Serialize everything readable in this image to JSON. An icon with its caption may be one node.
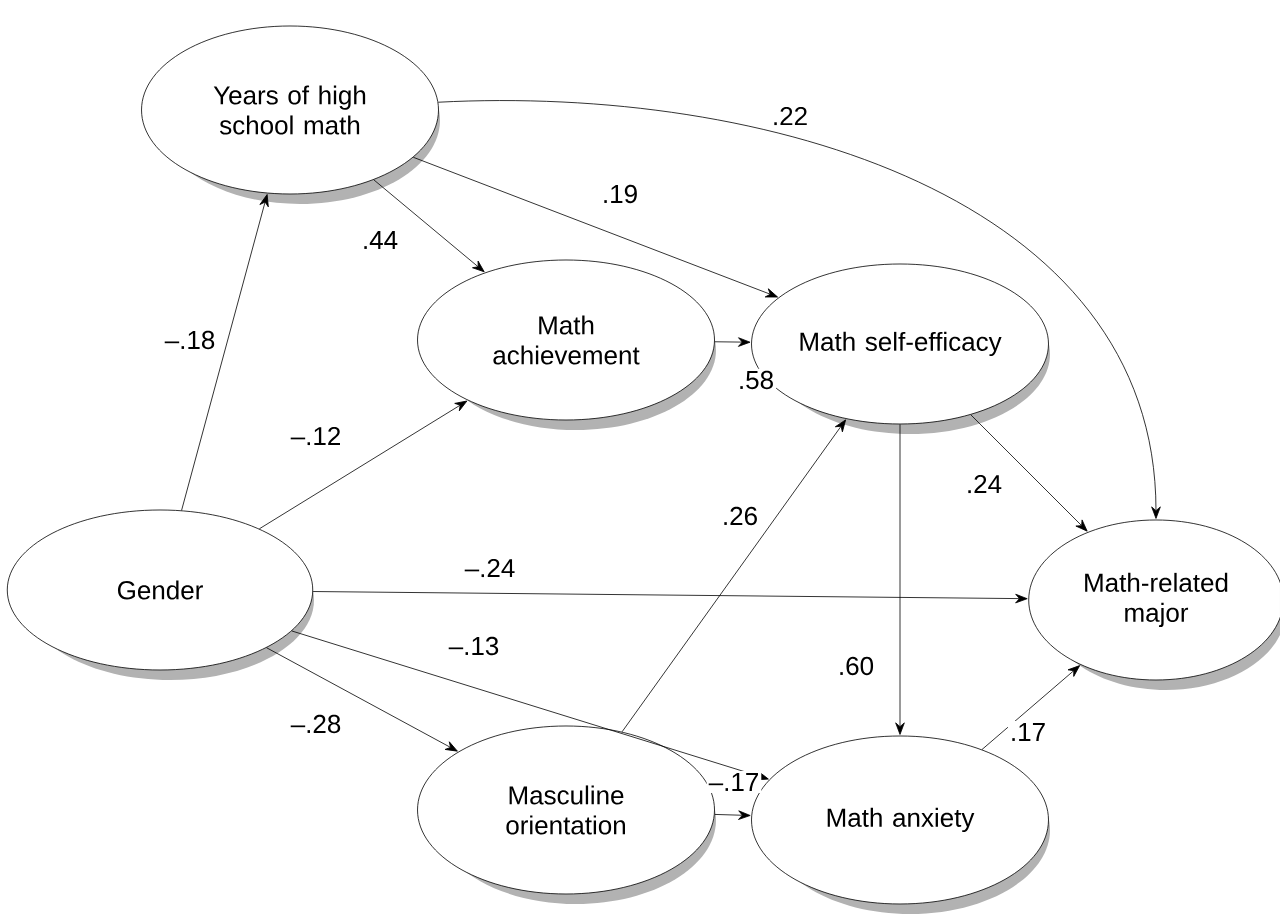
{
  "diagram": {
    "nodes": [
      {
        "text": [
          "Years of high school math"
        ]
      },
      {
        "text": [
          "Math achievement"
        ]
      },
      {
        "text": [
          "Math self-efficacy"
        ]
      },
      {
        "text": [
          "Gender"
        ]
      },
      {
        "text": [
          "Math-related major"
        ]
      },
      {
        "text": [
          "Masculine orientation"
        ]
      },
      {
        "text": [
          "Math anxiety"
        ]
      }
    ],
    "edges": [
      {
        "from": 3,
        "to": 0,
        "arrow": "to",
        "label": "–.18"
      },
      {
        "from": 0,
        "to": 1,
        "arrow": "to",
        "label": ".44"
      },
      {
        "from": 0,
        "to": 2,
        "arrow": "to",
        "label": ".19"
      },
      {
        "from": 0,
        "to": 4,
        "arrow": "to",
        "label": ".22"
      },
      {
        "from": 3,
        "to": 1,
        "arrow": "to",
        "label": "–.12"
      },
      {
        "from": 1,
        "to": 2,
        "arrow": "to",
        "label": ".58"
      },
      {
        "from": 5,
        "to": 2,
        "arrow": "to",
        "label": ".26"
      },
      {
        "from": 2,
        "to": 4,
        "arrow": "to",
        "label": ".24"
      },
      {
        "from": 3,
        "to": 4,
        "arrow": "to",
        "label": "–.24"
      },
      {
        "from": 2,
        "to": 6,
        "arrow": "to",
        "label": ".60"
      },
      {
        "from": 3,
        "to": 6,
        "arrow": "to",
        "label": "–.13"
      },
      {
        "from": 3,
        "to": 5,
        "arrow": "to",
        "label": "–.28"
      },
      {
        "from": 5,
        "to": 6,
        "arrow": "to",
        "label": "–.17"
      },
      {
        "from": 6,
        "to": 4,
        "arrow": "to",
        "label": ".17"
      }
    ]
  }
}
